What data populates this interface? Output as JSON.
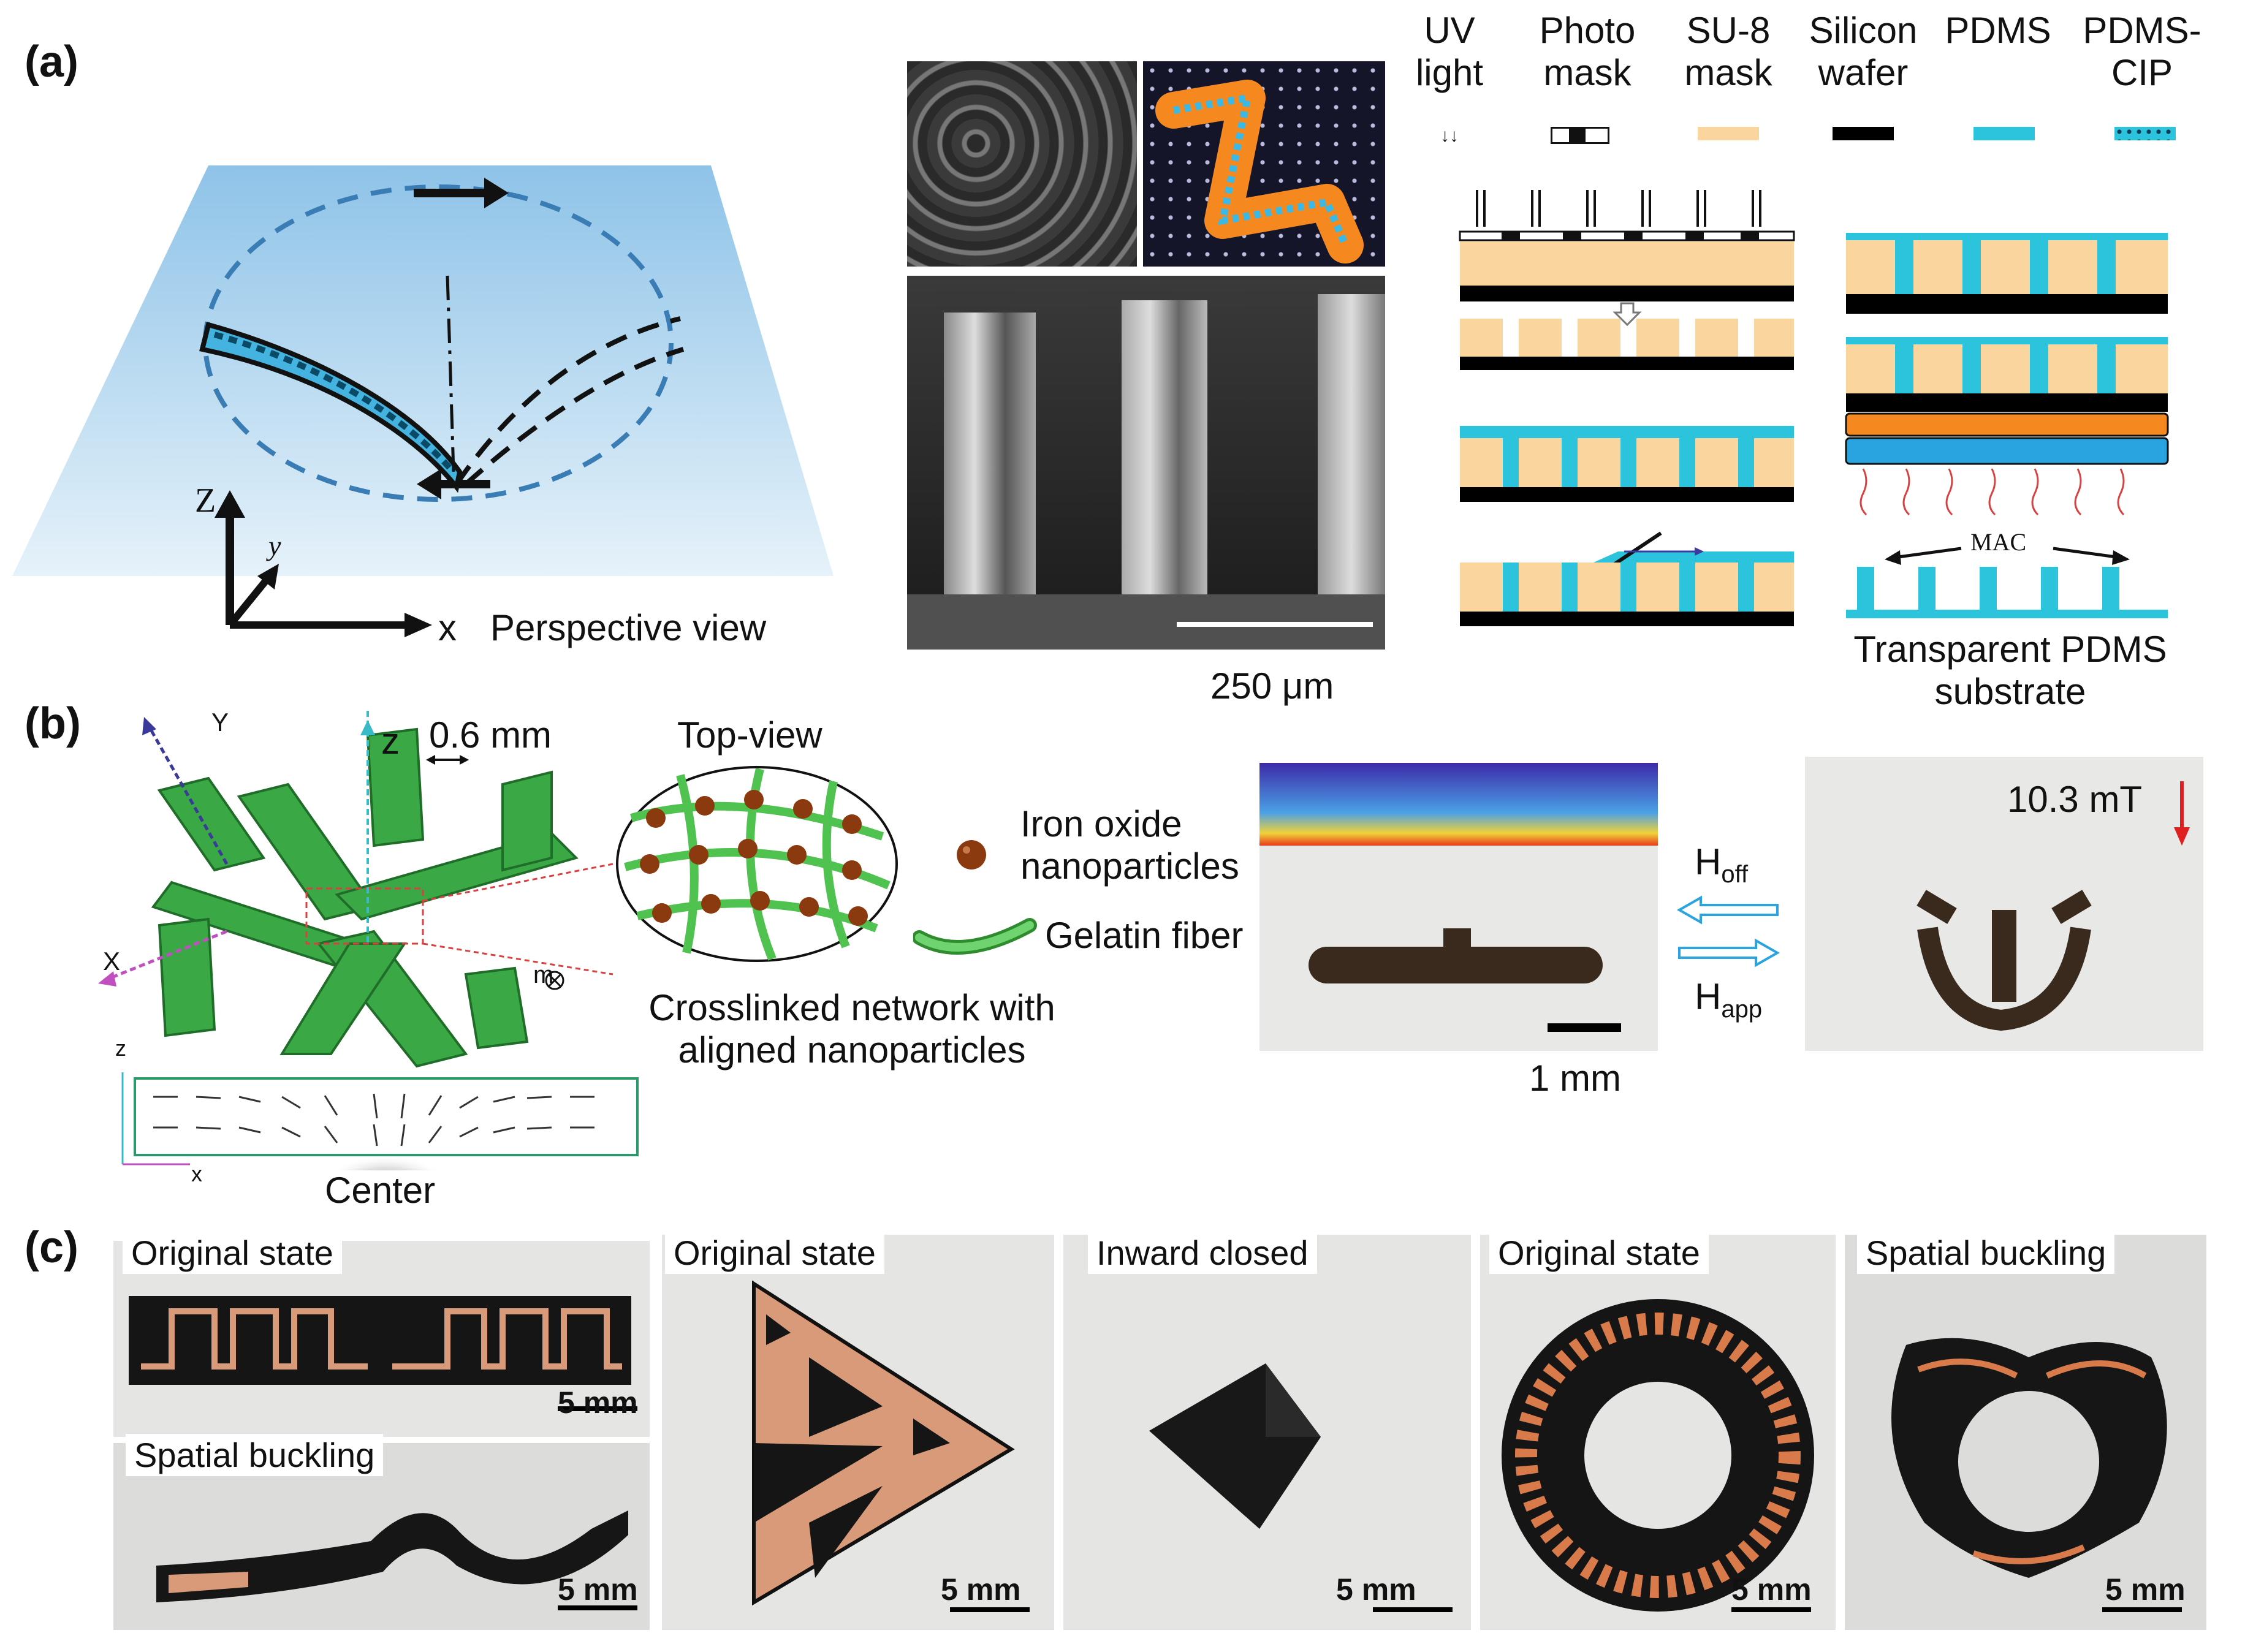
{
  "panel_labels": {
    "a": "(a)",
    "b": "(b)",
    "c": "(c)"
  },
  "panel_a": {
    "axis_z": "Z",
    "axis_y": "y",
    "axis_x": "x",
    "view_label": "Perspective view",
    "scale_label": "250 μm",
    "legend": {
      "uv": [
        "UV",
        "light"
      ],
      "photomask": [
        "Photo",
        "mask"
      ],
      "su8": [
        "SU-8",
        "mask"
      ],
      "silicon": [
        "Silicon",
        "wafer"
      ],
      "pdms": [
        "PDMS",
        ""
      ],
      "pdmscip": [
        "PDMS-",
        "CIP"
      ]
    },
    "mac_label": "MAC",
    "substrate_label": [
      "Transparent PDMS",
      "substrate"
    ]
  },
  "panel_b": {
    "axis_Y": "Y",
    "axis_z": "z",
    "axis_X": "X",
    "m_label": "m",
    "dim_label": "0.6 mm",
    "topview_label": "Top-view",
    "iron_label": [
      "Iron oxide",
      "nanoparticles"
    ],
    "gelatin_label": "Gelatin fiber",
    "network_label": [
      "Crosslinked network with",
      "aligned nanoparticles"
    ],
    "inset_z": "z",
    "inset_x": "x",
    "center_label": "Center",
    "scale_label": "1 mm",
    "h_off": "H",
    "h_off_sub": "off",
    "h_app": "H",
    "h_app_sub": "app",
    "field_label": "10.3 mT"
  },
  "panel_c": {
    "titles": [
      "Original state",
      "Spatial buckling",
      "Original state",
      "Inward closed",
      "Original state",
      "Spatial buckling"
    ],
    "scale": "5 mm"
  },
  "colors": {
    "sky": "#9ec9e6",
    "su8": "#fbd59e",
    "pdms": "#2cc3dc",
    "green": "#3aa845",
    "orange": "#f5891f",
    "copper": "#d89a78",
    "red": "#e02020"
  }
}
